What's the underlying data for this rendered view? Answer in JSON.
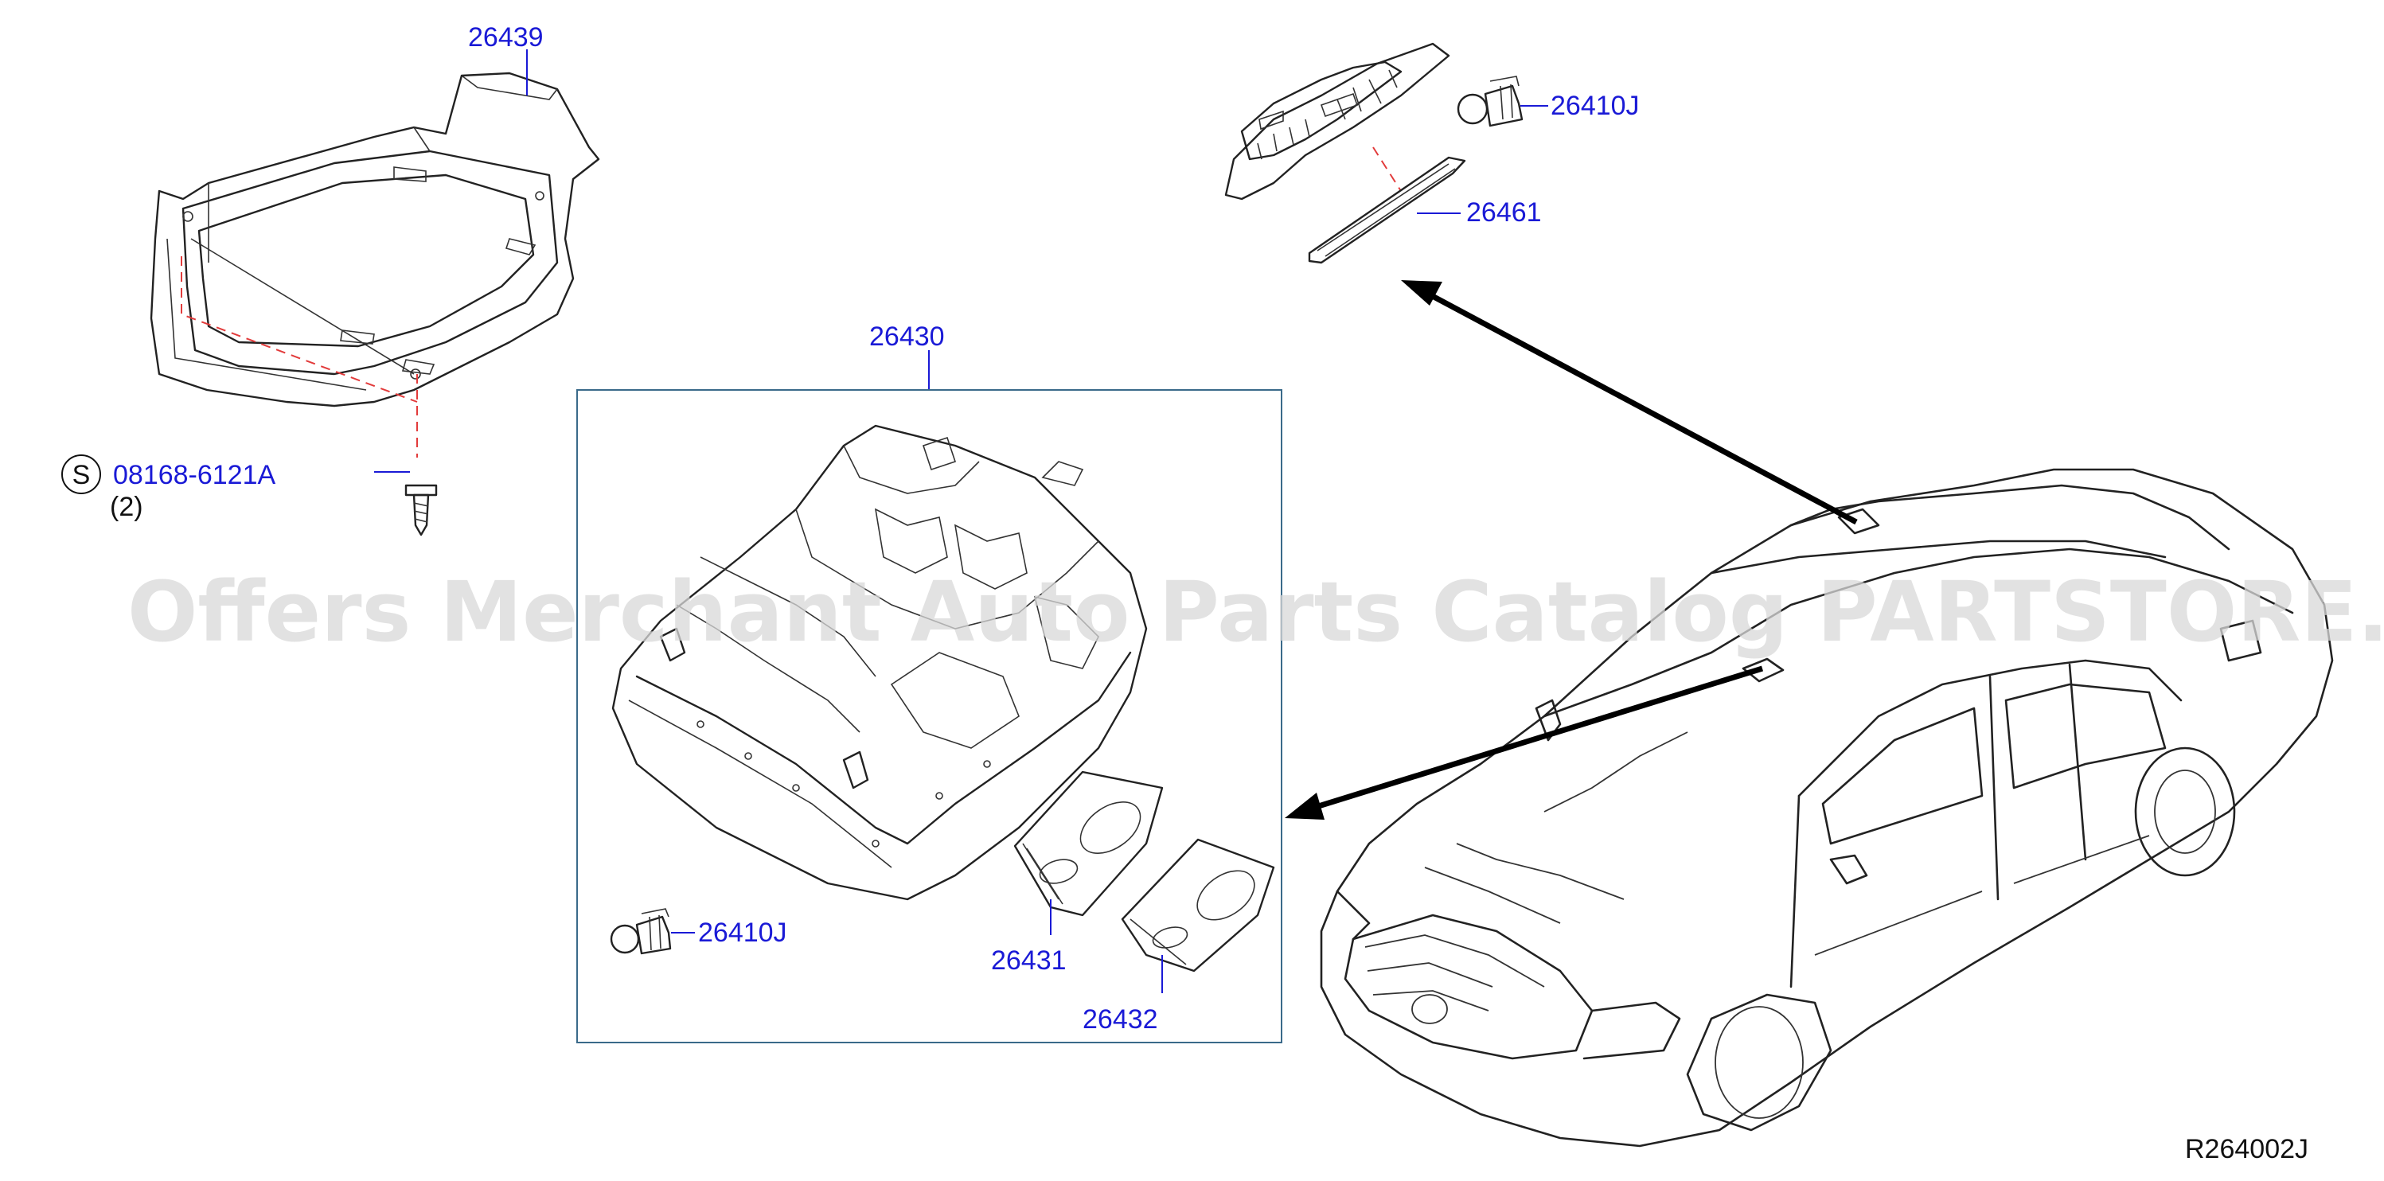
{
  "labels": {
    "part_26439": "26439",
    "part_26410j_top": "26410J",
    "part_26461": "26461",
    "part_26430": "26430",
    "screw_symbol": "S",
    "screw_number": "08168-6121A",
    "screw_qty": "(2)",
    "part_26410j_bottom": "26410J",
    "part_26431": "26431",
    "part_26432": "26432",
    "diagram_code": "R264002J"
  },
  "watermark": "Offers Merchant Auto Parts Catalog PARTSTORE.SA",
  "colors": {
    "label": "#1a1ad6",
    "leader": "#1a1ad6",
    "dashed_guide": "#e23b3b",
    "frame": "#3a6a8a",
    "line": "#222222"
  }
}
